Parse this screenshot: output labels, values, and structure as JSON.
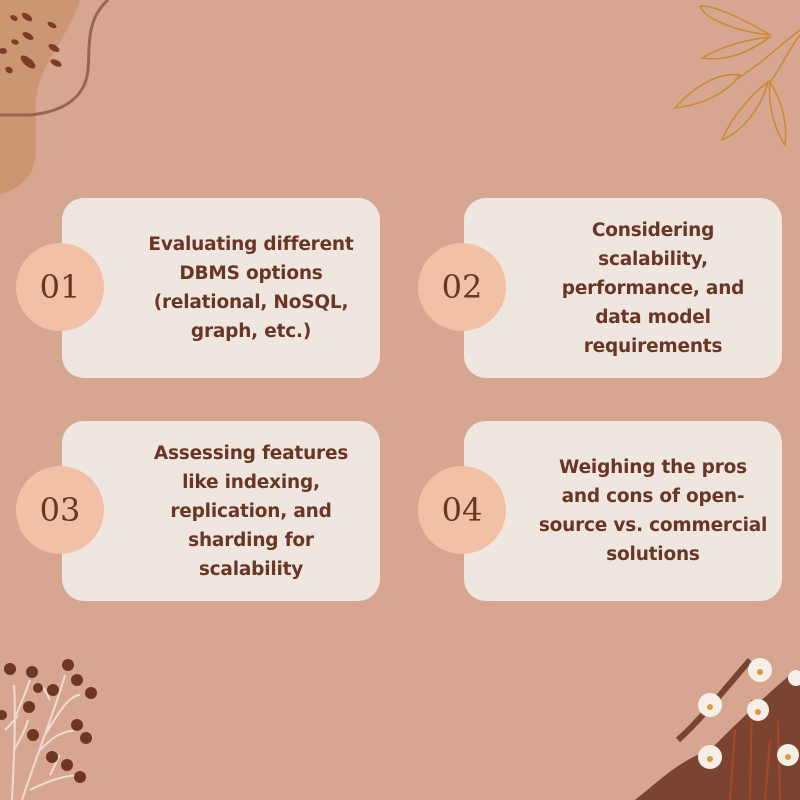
{
  "colors": {
    "background": "#d7a690",
    "card": "#efe7df",
    "circle": "#f2c0a5",
    "text": "#6a3624",
    "accent_gold": "#c98a2e",
    "dark_brown": "#7a4430"
  },
  "steps": [
    {
      "number": "01",
      "text": "Evaluating different DBMS options (relational, NoSQL, graph, etc.)"
    },
    {
      "number": "02",
      "text": "Considering scalability, performance, and data model requirements"
    },
    {
      "number": "03",
      "text": "Assessing features like indexing, replication, and sharding for scalability"
    },
    {
      "number": "04",
      "text": "Weighing the pros and cons of open-source vs. commercial solutions"
    }
  ],
  "decorations": [
    "abstract-blob-with-dots",
    "gold-leaf-line-art",
    "brown-flower-sprig",
    "white-daisies-on-brown-hill"
  ]
}
